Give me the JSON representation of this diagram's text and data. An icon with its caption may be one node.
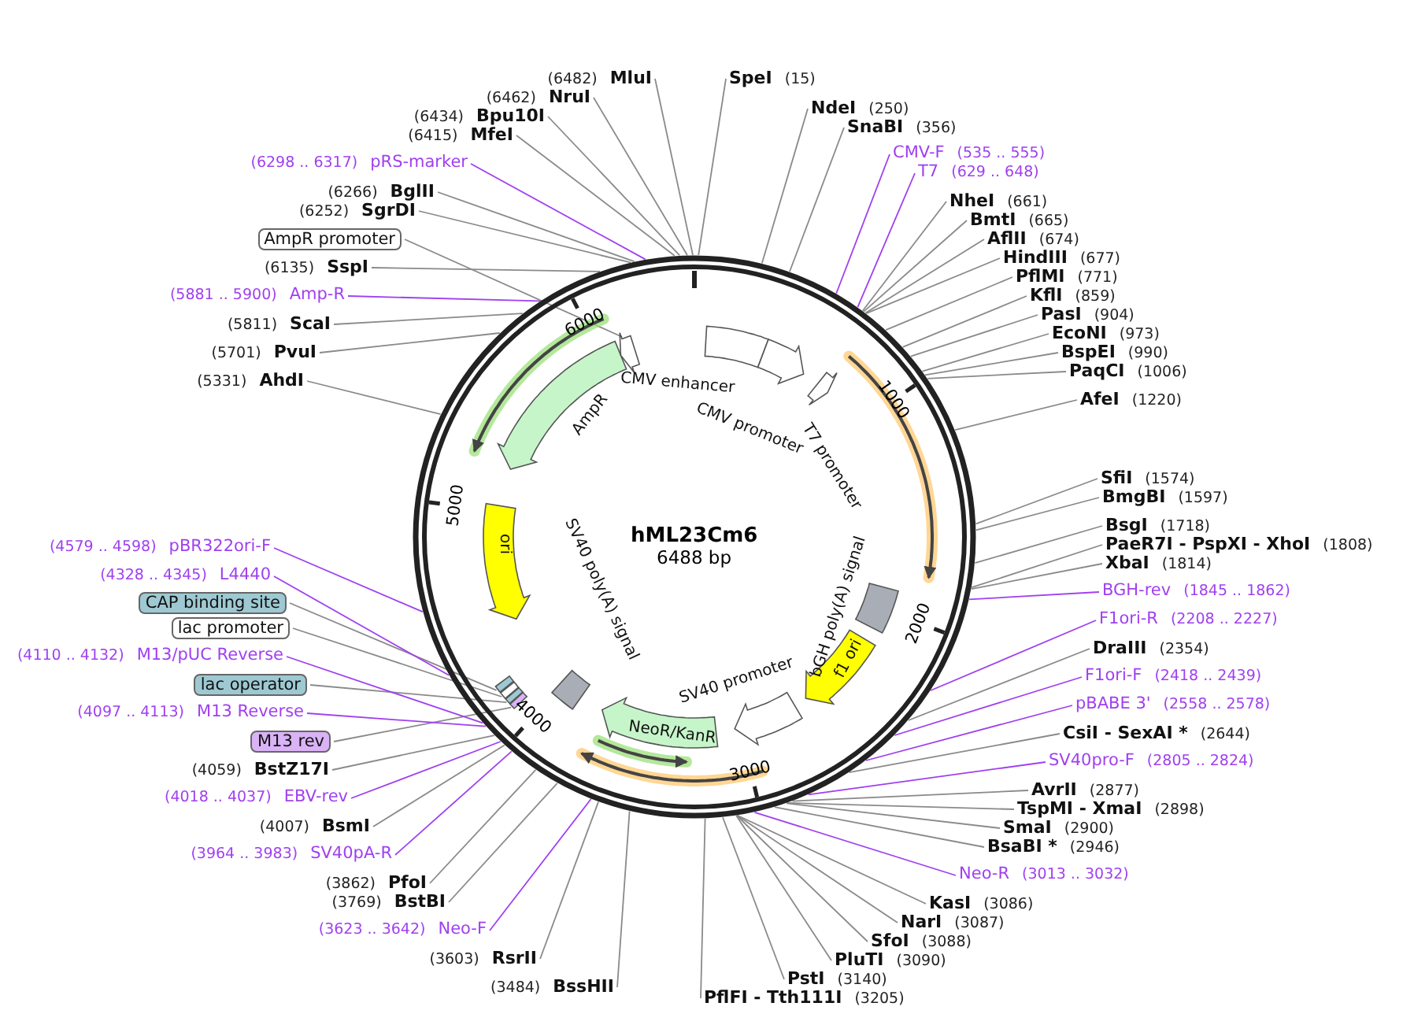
{
  "diagram": {
    "title": "hML23Cm6",
    "nodes": [
      {
        "text": [
          "SpeI",
          "(15)"
        ]
      },
      {
        "text": [
          "NdeI",
          "(250)"
        ]
      },
      {
        "text": [
          "SnaBI",
          "(356)"
        ]
      },
      {
        "text": [
          "CMV-F",
          "(535 .. 555)"
        ]
      },
      {
        "text": [
          "T7",
          "(629 .. 648)"
        ]
      },
      {
        "text": [
          "NheI",
          "(661)"
        ]
      },
      {
        "text": [
          "BmtI",
          "(665)"
        ]
      },
      {
        "text": [
          "AflII",
          "(674)"
        ]
      },
      {
        "text": [
          "HindIII",
          "(677)"
        ]
      },
      {
        "text": [
          "PflMI",
          "(771)"
        ]
      },
      {
        "text": [
          "KflI",
          "(859)"
        ]
      },
      {
        "text": [
          "PasI",
          "(904)"
        ]
      },
      {
        "text": [
          "EcoNI",
          "(973)"
        ]
      },
      {
        "text": [
          "BspEI",
          "(990)"
        ]
      },
      {
        "text": [
          "PaqCI",
          "(1006)"
        ]
      },
      {
        "text": [
          "AfeI",
          "(1220)"
        ]
      },
      {
        "text": [
          "SfiI",
          "(1574)"
        ]
      },
      {
        "text": [
          "BmgBI",
          "(1597)"
        ]
      },
      {
        "text": [
          "BsgI",
          "(1718)"
        ]
      },
      {
        "text": [
          "PaeR7I - PspXI - XhoI",
          "(1808)"
        ]
      },
      {
        "text": [
          "XbaI",
          "(1814)"
        ]
      },
      {
        "text": [
          "BGH-rev",
          "(1845 .. 1862)"
        ]
      },
      {
        "text": [
          "F1ori-R",
          "(2208 .. 2227)"
        ]
      },
      {
        "text": [
          "DraIII",
          "(2354)"
        ]
      },
      {
        "text": [
          "F1ori-F",
          "(2418 .. 2439)"
        ]
      },
      {
        "text": [
          "pBABE 3'",
          "(2558 .. 2578)"
        ]
      },
      {
        "text": [
          "CsiI - SexAI *",
          "(2644)"
        ]
      },
      {
        "text": [
          "SV40pro-F",
          "(2805 .. 2824)"
        ]
      },
      {
        "text": [
          "AvrII",
          "(2877)"
        ]
      },
      {
        "text": [
          "TspMI - XmaI",
          "(2898)"
        ]
      },
      {
        "text": [
          "SmaI",
          "(2900)"
        ]
      },
      {
        "text": [
          "BsaBI *",
          "(2946)"
        ]
      },
      {
        "text": [
          "Neo-R",
          "(3013 .. 3032)"
        ]
      },
      {
        "text": [
          "KasI",
          "(3086)"
        ]
      },
      {
        "text": [
          "NarI",
          "(3087)"
        ]
      },
      {
        "text": [
          "SfoI",
          "(3088)"
        ]
      },
      {
        "text": [
          "PluTI",
          "(3090)"
        ]
      },
      {
        "text": [
          "PstI",
          "(3140)"
        ]
      },
      {
        "text": [
          "PflFI - Tth111I",
          "(3205)"
        ]
      },
      {
        "text": [
          "(3484)",
          "BssHII"
        ]
      },
      {
        "text": [
          "(3603)",
          "RsrII"
        ]
      },
      {
        "text": [
          "(3623 .. 3642)",
          "Neo-F"
        ]
      },
      {
        "text": [
          "(3769)",
          "BstBI"
        ]
      },
      {
        "text": [
          "(3862)",
          "PfoI"
        ]
      },
      {
        "text": [
          "(3964 .. 3983)",
          "SV40pA-R"
        ]
      },
      {
        "text": [
          "(4007)",
          "BsmI"
        ]
      },
      {
        "text": [
          "(4018 .. 4037)",
          "EBV-rev"
        ]
      },
      {
        "text": [
          "(4059)",
          "BstZ17I"
        ]
      },
      {
        "text": [
          "M13 rev"
        ]
      },
      {
        "text": [
          "(4097 .. 4113)",
          "M13 Reverse"
        ]
      },
      {
        "text": [
          "lac operator"
        ]
      },
      {
        "text": [
          "(4110 .. 4132)",
          "M13/pUC Reverse"
        ]
      },
      {
        "text": [
          "lac promoter"
        ]
      },
      {
        "text": [
          "CAP binding site"
        ]
      },
      {
        "text": [
          "(4328 .. 4345)",
          "L4440"
        ]
      },
      {
        "text": [
          "(4579 .. 4598)",
          "pBR322ori-F"
        ]
      },
      {
        "text": [
          "(5331)",
          "AhdI"
        ]
      },
      {
        "text": [
          "(5701)",
          "PvuI"
        ]
      },
      {
        "text": [
          "(5811)",
          "ScaI"
        ]
      },
      {
        "text": [
          "(5881 .. 5900)",
          "Amp-R"
        ]
      },
      {
        "text": [
          "(6135)",
          "SspI"
        ]
      },
      {
        "text": [
          "AmpR promoter"
        ]
      },
      {
        "text": [
          "(6252)",
          "SgrDI"
        ]
      },
      {
        "text": [
          "(6266)",
          "BglII"
        ]
      },
      {
        "text": [
          "(6298 .. 6317)",
          "pRS-marker"
        ]
      },
      {
        "text": [
          "(6415)",
          "MfeI"
        ]
      },
      {
        "text": [
          "(6434)",
          "Bpu10I"
        ]
      },
      {
        "text": [
          "(6462)",
          "NruI"
        ]
      },
      {
        "text": [
          "(6482)",
          "MluI"
        ]
      },
      {
        "text": [
          "CMV enhancer"
        ]
      },
      {
        "text": [
          "CMV promoter"
        ]
      },
      {
        "text": [
          "T7 promoter"
        ]
      },
      {
        "text": [
          "bGH poly(A) signal"
        ]
      },
      {
        "text": [
          "f1 ori"
        ]
      },
      {
        "text": [
          "SV40 promoter"
        ]
      },
      {
        "text": [
          "NeoR/KanR"
        ]
      },
      {
        "text": [
          "SV40 poly(A) signal"
        ]
      },
      {
        "text": [
          "ori"
        ]
      },
      {
        "text": [
          "AmpR"
        ]
      },
      {
        "text": [],
        "shape": "box"
      },
      {
        "text": [],
        "shape": "box"
      },
      {
        "text": [],
        "shape": "box"
      },
      {
        "text": [],
        "shape": "box"
      },
      {
        "text": [],
        "shape": "arrow"
      }
    ],
    "edges": [
      {
        "from": 0,
        "to": null,
        "arrow": "none"
      },
      {
        "from": 1,
        "to": null,
        "arrow": "none"
      },
      {
        "from": 2,
        "to": null,
        "arrow": "none"
      },
      {
        "from": 3,
        "to": null,
        "arrow": "none",
        "color": "#a040f0"
      },
      {
        "from": 4,
        "to": null,
        "arrow": "none",
        "color": "#a040f0"
      },
      {
        "from": 5,
        "to": null,
        "arrow": "none"
      },
      {
        "from": 6,
        "to": null,
        "arrow": "none"
      },
      {
        "from": 7,
        "to": null,
        "arrow": "none"
      },
      {
        "from": 8,
        "to": null,
        "arrow": "none"
      },
      {
        "from": 9,
        "to": null,
        "arrow": "none"
      },
      {
        "from": 10,
        "to": null,
        "arrow": "none"
      },
      {
        "from": 11,
        "to": null,
        "arrow": "none"
      },
      {
        "from": 12,
        "to": null,
        "arrow": "none"
      },
      {
        "from": 13,
        "to": null,
        "arrow": "none"
      },
      {
        "from": 14,
        "to": null,
        "arrow": "none"
      },
      {
        "from": 15,
        "to": null,
        "arrow": "none"
      },
      {
        "from": 16,
        "to": null,
        "arrow": "none"
      },
      {
        "from": 17,
        "to": null,
        "arrow": "none"
      },
      {
        "from": 18,
        "to": null,
        "arrow": "none"
      },
      {
        "from": 19,
        "to": null,
        "arrow": "none"
      },
      {
        "from": 20,
        "to": null,
        "arrow": "none"
      },
      {
        "from": 21,
        "to": null,
        "arrow": "none",
        "color": "#a040f0"
      },
      {
        "from": 22,
        "to": null,
        "arrow": "none",
        "color": "#a040f0"
      },
      {
        "from": 23,
        "to": null,
        "arrow": "none"
      },
      {
        "from": 24,
        "to": null,
        "arrow": "none",
        "color": "#a040f0"
      },
      {
        "from": 25,
        "to": null,
        "arrow": "none",
        "color": "#a040f0"
      },
      {
        "from": 26,
        "to": null,
        "arrow": "none"
      },
      {
        "from": 27,
        "to": null,
        "arrow": "none",
        "color": "#a040f0"
      },
      {
        "from": 28,
        "to": null,
        "arrow": "none"
      },
      {
        "from": 29,
        "to": null,
        "arrow": "none"
      },
      {
        "from": 30,
        "to": null,
        "arrow": "none"
      },
      {
        "from": 31,
        "to": null,
        "arrow": "none"
      },
      {
        "from": 32,
        "to": null,
        "arrow": "none",
        "color": "#a040f0"
      },
      {
        "from": 33,
        "to": null,
        "arrow": "none"
      },
      {
        "from": 34,
        "to": null,
        "arrow": "none"
      },
      {
        "from": 35,
        "to": null,
        "arrow": "none"
      },
      {
        "from": 36,
        "to": null,
        "arrow": "none"
      },
      {
        "from": 37,
        "to": null,
        "arrow": "none"
      },
      {
        "from": 38,
        "to": null,
        "arrow": "none"
      },
      {
        "from": 39,
        "to": null,
        "arrow": "none"
      },
      {
        "from": 40,
        "to": null,
        "arrow": "none"
      },
      {
        "from": 41,
        "to": null,
        "arrow": "none",
        "color": "#a040f0"
      },
      {
        "from": 42,
        "to": null,
        "arrow": "none"
      },
      {
        "from": 43,
        "to": null,
        "arrow": "none"
      },
      {
        "from": 44,
        "to": null,
        "arrow": "none",
        "color": "#a040f0"
      },
      {
        "from": 45,
        "to": null,
        "arrow": "none"
      },
      {
        "from": 46,
        "to": null,
        "arrow": "none",
        "color": "#a040f0"
      },
      {
        "from": 47,
        "to": null,
        "arrow": "none"
      },
      {
        "from": 48,
        "to": 79,
        "arrow": "none"
      },
      {
        "from": 49,
        "to": null,
        "arrow": "none",
        "color": "#a040f0"
      },
      {
        "from": 50,
        "to": 80,
        "arrow": "none"
      },
      {
        "from": 51,
        "to": null,
        "arrow": "none",
        "color": "#a040f0"
      },
      {
        "from": 52,
        "to": 81,
        "arrow": "none"
      },
      {
        "from": 53,
        "to": 82,
        "arrow": "none"
      },
      {
        "from": 54,
        "to": null,
        "arrow": "none",
        "color": "#a040f0"
      },
      {
        "from": 55,
        "to": null,
        "arrow": "none",
        "color": "#a040f0"
      },
      {
        "from": 56,
        "to": null,
        "arrow": "none"
      },
      {
        "from": 57,
        "to": null,
        "arrow": "none"
      },
      {
        "from": 58,
        "to": null,
        "arrow": "none"
      },
      {
        "from": 59,
        "to": null,
        "arrow": "none",
        "color": "#a040f0"
      },
      {
        "from": 60,
        "to": null,
        "arrow": "none"
      },
      {
        "from": 61,
        "to": 83,
        "arrow": "none"
      },
      {
        "from": 62,
        "to": null,
        "arrow": "none"
      },
      {
        "from": 63,
        "to": null,
        "arrow": "none"
      },
      {
        "from": 64,
        "to": null,
        "arrow": "none",
        "color": "#a040f0"
      },
      {
        "from": 65,
        "to": null,
        "arrow": "none"
      },
      {
        "from": 66,
        "to": null,
        "arrow": "none"
      },
      {
        "from": 67,
        "to": null,
        "arrow": "none"
      },
      {
        "from": 68,
        "to": null,
        "arrow": "none"
      }
    ],
    "labels": [
      "6488 bp",
      "1000",
      "2000",
      "3000",
      "4000",
      "5000",
      "6000"
    ]
  }
}
